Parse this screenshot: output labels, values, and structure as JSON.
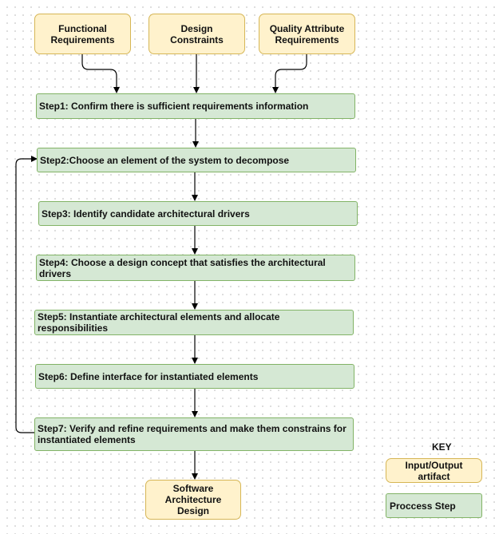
{
  "inputs": {
    "functional_requirements": "Functional\nRequirements",
    "design_constraints": "Design\nConstraints",
    "quality_attribute_requirements": "Quality Attribute\nRequirements"
  },
  "steps": {
    "step1": "Step1: Confirm there is sufficient requirements information",
    "step2": "Step2:Choose an element of the system to decompose",
    "step3": "Step3: Identify candidate architectural drivers",
    "step4": "Step4: Choose a design concept that satisfies the architectural drivers",
    "step5": "Step5: Instantiate architectural elements and allocate responsibilities",
    "step6": "Step6: Define interface for instantiated elements",
    "step7": "Step7: Verify and refine requirements and make them constrains for instantiated elements"
  },
  "output": {
    "software_architecture_design": "Software\nArchitecture Design"
  },
  "key": {
    "title": "KEY",
    "artifact_label": "Input/Output artifact",
    "step_label": "Proccess Step"
  },
  "colors": {
    "artifact_fill": "#fff2cc",
    "artifact_border": "#d6b656",
    "step_fill": "#d5e8d4",
    "step_border": "#82b366",
    "connector": "#000000"
  }
}
